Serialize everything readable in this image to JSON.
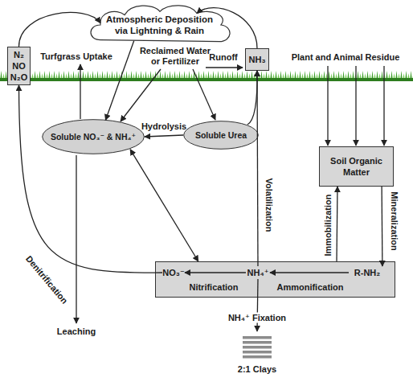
{
  "diagram": {
    "nodes": [
      {
        "text": [
          "N₂ NO N₂O"
        ]
      },
      {
        "text": [
          "Atmospheric Deposition via Lightning & Rain"
        ]
      },
      {
        "text": [
          "NH₃"
        ]
      },
      {
        "text": [
          "Soluble NO₃⁻ & NH₄⁺"
        ]
      },
      {
        "text": [
          "Soluble Urea"
        ]
      },
      {
        "text": [
          "Soil Organic Matter"
        ]
      },
      {
        "text": []
      },
      {
        "text": [
          "NO₃⁻"
        ],
        "in": 6
      },
      {
        "text": [
          "NH₄⁺"
        ],
        "in": 6
      },
      {
        "text": [
          "R-NH₂"
        ],
        "in": 6
      },
      {
        "text": [
          "2:1 Clays"
        ]
      }
    ],
    "edges": [
      {
        "from": 0,
        "to": 1,
        "arrow": "to"
      },
      {
        "from": 2,
        "to": 1,
        "arrow": "to"
      },
      {
        "from": 1,
        "to": 3,
        "arrow": "to"
      },
      {
        "from": 4,
        "to": 3,
        "label": "Hydrolysis",
        "arrow": "to"
      },
      {
        "from": 4,
        "to": 2,
        "arrow": "to"
      },
      {
        "from": 3,
        "to": 6,
        "arrow": "both"
      },
      {
        "from": 8,
        "to": 2,
        "label": "Volatilization",
        "arrow": "to"
      },
      {
        "from": 9,
        "to": 8,
        "label": "Ammonification",
        "arrow": "to"
      },
      {
        "from": 8,
        "to": 7,
        "label": "Nitrification",
        "arrow": "to"
      },
      {
        "from": 6,
        "to": 5,
        "label": "Immobilization",
        "arrow": "to"
      },
      {
        "from": 5,
        "to": 9,
        "label": "Mineralization",
        "arrow": "to"
      },
      {
        "from": 7,
        "to": 0,
        "label": "Denitrification",
        "arrow": "to"
      },
      {
        "from": 8,
        "to": 10,
        "label": "NH₄⁺ Fixation",
        "arrow": "to"
      }
    ],
    "labels": [
      "Turfgrass Uptake",
      "Reclaimed Water or Fertilizer",
      "Runoff",
      "Plant and Animal Residue",
      "Leaching"
    ]
  }
}
